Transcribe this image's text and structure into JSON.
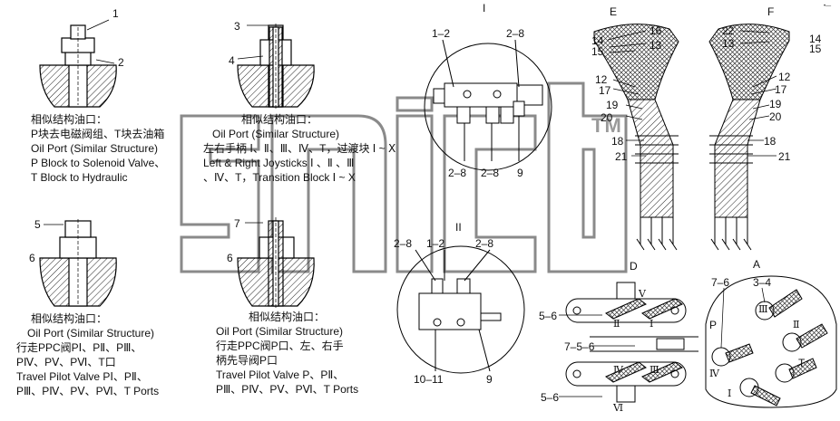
{
  "watermark": {
    "text": "TM"
  },
  "corner_mark": "•—",
  "views": {
    "I": "I",
    "II": "II",
    "D": "D",
    "A": "A",
    "E": "E",
    "F": "F"
  },
  "callouts": {
    "c1": "1",
    "c2": "2",
    "c3": "3",
    "c4": "4",
    "c5": "5",
    "c6a": "6",
    "c7": "7",
    "c6b": "6",
    "i_1_2": "1–2",
    "i_2_8a": "2–8",
    "i_2_8b": "2–8",
    "i_2_8c": "2–8",
    "i_9": "9",
    "ii_2_8a": "2–8",
    "ii_1_2": "1–2",
    "ii_2_8b": "2–8",
    "ii_10_11": "10–11",
    "ii_9": "9",
    "e16": "16",
    "e14": "14",
    "e13": "13",
    "e15": "15",
    "e12": "12",
    "e17": "17",
    "e19": "19",
    "e20": "20",
    "e18": "18",
    "e21": "21",
    "f22": "22",
    "f13": "13",
    "f14": "14",
    "f15": "15",
    "f12": "12",
    "f17": "17",
    "f19": "19",
    "f20": "20",
    "f18": "18",
    "f21": "21",
    "d5_6a": "5–6",
    "d7_5_6": "7–5–6",
    "d5_6b": "5–6",
    "a7_6": "7–6",
    "a3_4": "3–4",
    "aP": "P",
    "aT": "T"
  },
  "roman": {
    "dV": "V",
    "dII": "Ⅱ",
    "dI": "I",
    "dIV": "Ⅳ",
    "dIII": "Ⅲ",
    "dVI": "Ⅵ",
    "aIII": "Ⅲ",
    "aII": "Ⅱ",
    "aIV": "Ⅳ",
    "aI": "I"
  },
  "notes": {
    "n1": [
      "相似结构油口：",
      "P块去电磁阀组、T块去油箱",
      "Oil Port (Similar Structure)",
      "P Block to Solenoid Valve、",
      "T Block to Hydraulic"
    ],
    "n2": [
      "相似结构油口：",
      "Oil Port (Similar Structure)",
      "左右手柄 Ⅰ、Ⅱ、Ⅲ、Ⅳ、T，过渡块 Ⅰ ~ Ⅹ",
      "Left & Right Joysticks Ⅰ 、Ⅱ 、Ⅲ",
      "、Ⅳ、T，Transition Block Ⅰ ~ X"
    ],
    "n3": [
      "相似结构油口：",
      "Oil Port (Similar Structure)",
      "行走PPC阀PⅠ、PⅡ、PⅢ、",
      "PⅣ、PⅤ、PⅥ、T口",
      "Travel Pilot Valve PⅠ、PⅡ、",
      "PⅢ、PⅣ、PⅤ、PⅥ、T Ports"
    ],
    "n4": [
      "相似结构油口：",
      "Oil Port (Similar Structure)",
      "行走PPC阀P口、左、右手",
      "柄先导阀P口",
      "Travel Pilot Valve P、PⅡ、",
      "PⅢ、PⅣ、PⅤ、PⅥ、T Ports"
    ]
  }
}
